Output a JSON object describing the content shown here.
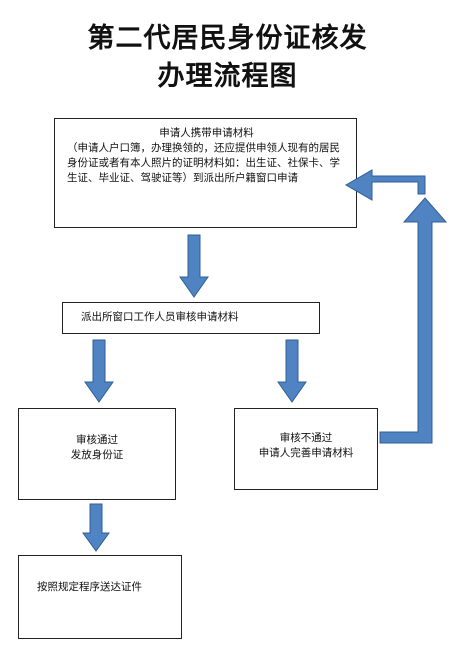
{
  "title": {
    "line1": "第二代居民身份证核发",
    "line2": "办理流程图"
  },
  "steps": {
    "apply": {
      "heading": "申请人携带申请材料",
      "body": "（申请人户口簿，办理换领的，还应提供申领人现有的居民身份证或者有本人照片的证明材料如：出生证、社保卡、学生证、毕业证、驾驶证等）到派出所户籍窗口申请"
    },
    "review": "派出所窗口工作人员审核申请材料",
    "pass": {
      "line1": "审核通过",
      "line2": "发放身份证"
    },
    "fail": {
      "line1": "审核不通过",
      "line2": "申请人完善申请材料"
    },
    "deliver": "按照规定程序送达证件"
  },
  "colors": {
    "arrow_fill": "#4f83c1",
    "arrow_stroke": "#2f5f99",
    "box_border": "#222222"
  }
}
